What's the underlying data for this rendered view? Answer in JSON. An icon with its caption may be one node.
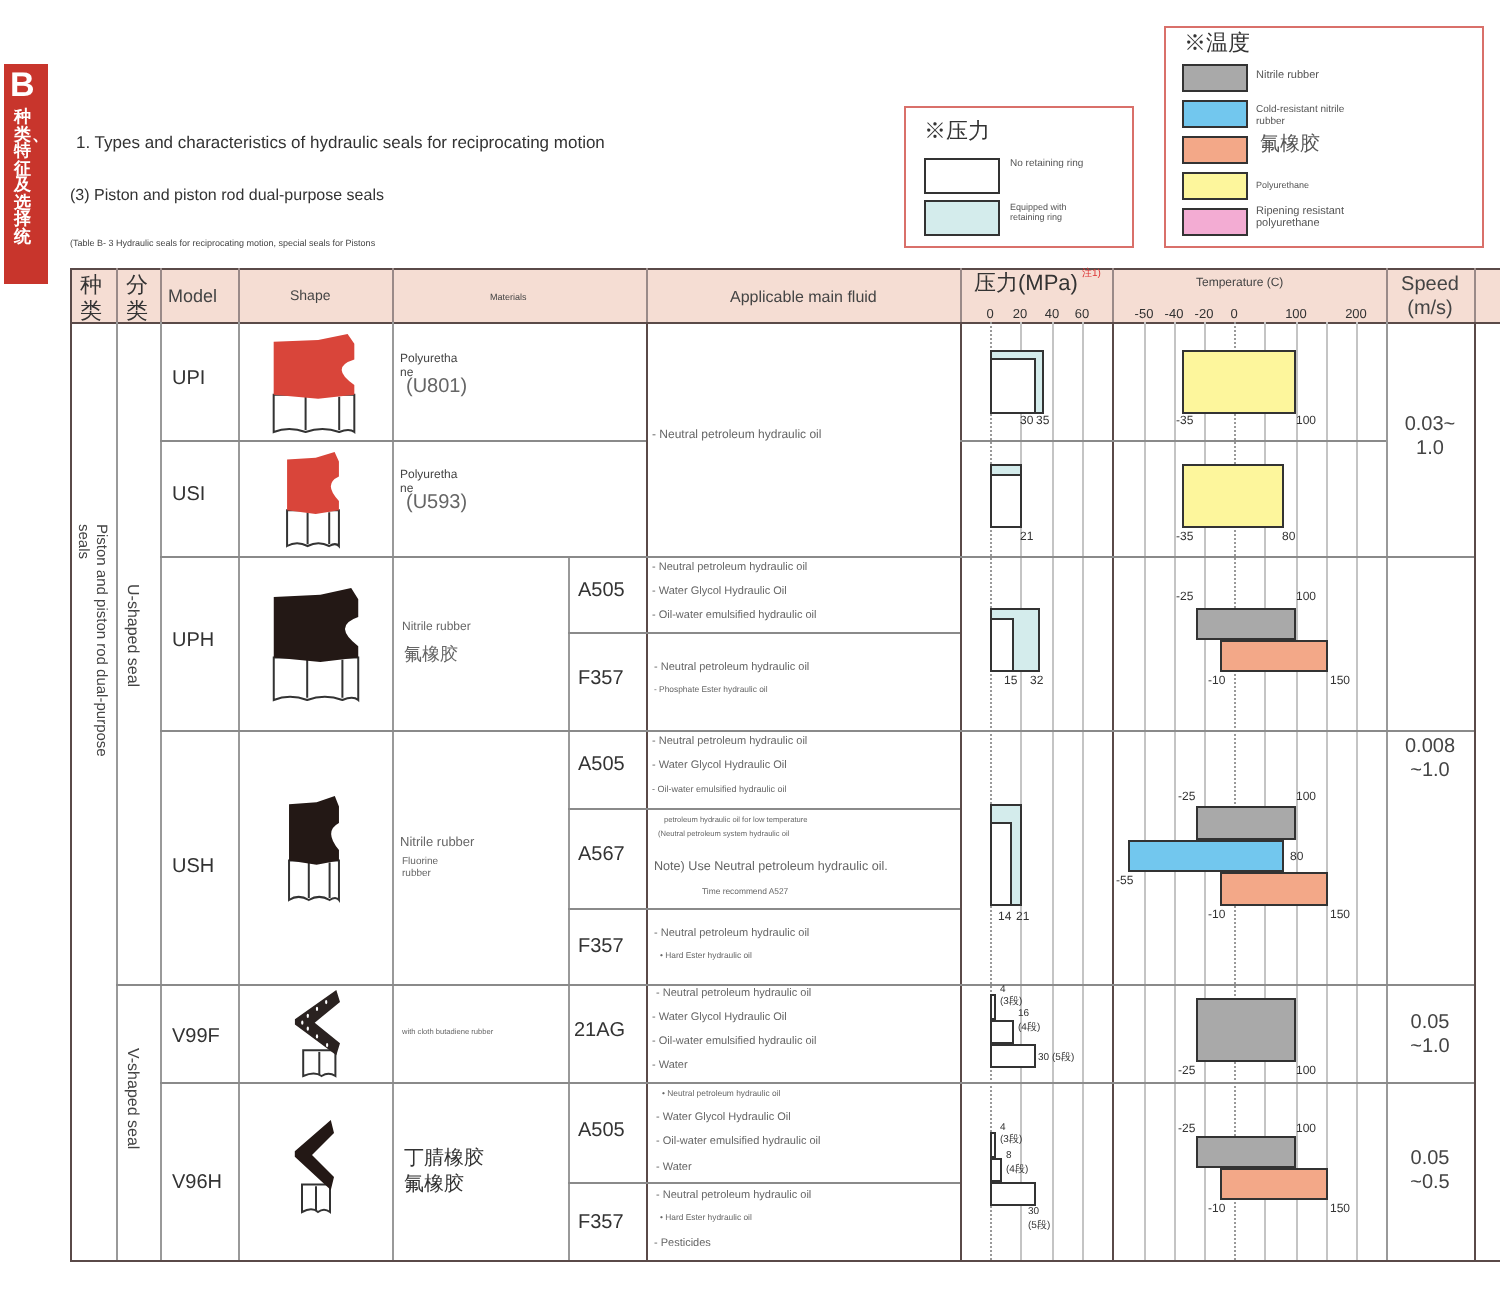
{
  "diagram": {
    "title": "1. Types and characteristics of hydraulic seals for reciprocating motion",
    "labels": [
      "B",
      "种类、特征及选择统",
      "(3) Piston and piston rod dual-purpose seals",
      "(Table B- 3 Hydraulic seals for reciprocating motion, special seals for Pistons",
      "※压力",
      "※温度",
      "种类",
      "分类",
      "Model",
      "Shape",
      "Materials",
      "Applicable main fluid",
      "压力(MPa)",
      "注1)",
      "0",
      "20",
      "40",
      "60",
      "Temperature (C)",
      "-50",
      "-40",
      "-20",
      "0",
      "100",
      "200",
      "Speed (m/s)",
      "Piston and piston rod dual-purpose seals",
      "U-shaped seal",
      "V-shaped seal",
      "UPI",
      "Polyurethane",
      "(U801)",
      "- Neutral petroleum hydraulic oil",
      "30",
      "35",
      "-35",
      "100",
      "0.03~ 1.0",
      "USI",
      "Polyurethane",
      "(U593)",
      "21",
      "-35",
      "80",
      "UPH",
      "Nitrile rubber",
      "氟橡胶",
      "A505",
      "- Neutral petroleum hydraulic oil",
      "- Water Glycol Hydraulic Oil",
      "- Oil-water emulsified hydraulic oil",
      "F357",
      "- Neutral petroleum hydraulic oil",
      "- Phosphate Ester hydraulic oil",
      "15",
      "32",
      "-25",
      "100",
      "-10",
      "150",
      "USH",
      "Nitrile rubber",
      "Fluorine rubber",
      "A505",
      "- Neutral petroleum hydraulic oil",
      "- Water Glycol Hydraulic Oil",
      "- Oil-water emulsified hydraulic oil",
      "A567",
      "petroleum hydraulic oil for low temperature",
      "(Neutral petroleum system hydraulic oil",
      "Note) Use Neutral petroleum hydraulic oil.",
      "Time recommend A527",
      "F357",
      "- Neutral petroleum hydraulic oil",
      "• Hard Ester hydraulic oil",
      "14",
      "21",
      "-25",
      "100",
      "80",
      "-55",
      "-10",
      "150",
      "0.008 ~1.0",
      "V99F",
      "with cloth butadiene rubber",
      "21AG",
      "- Neutral petroleum hydraulic oil",
      "- Water Glycol Hydraulic Oil",
      "- Oil-water emulsified hydraulic oil",
      "- Water",
      "4",
      "(3段)",
      "16",
      "(4段)",
      "30",
      "(5段)",
      "-25",
      "100",
      "0.05 ~1.0",
      "V96H",
      "丁腈橡胶",
      "氟橡胶",
      "A505",
      "• Neutral petroleum hydraulic oil",
      "- Water Glycol Hydraulic Oil",
      "- Oil-water emulsified hydraulic oil",
      "- Water",
      "F357",
      "- Neutral petroleum hydraulic oil",
      "• Hard Ester hydraulic oil",
      "- Pesticides",
      "4",
      "(3段)",
      "8",
      "(4段)",
      "30",
      "(5段)",
      "-25",
      "100",
      "-10",
      "150",
      "0.05 ~0.5"
    ],
    "legend": [
      {
        "text": "No retaining ring",
        "color": "#ffffff"
      },
      {
        "text": "Equipped with retaining ring",
        "color": "#d4ecec"
      },
      {
        "text": "Nitrile rubber",
        "color": "#a9a9a9"
      },
      {
        "text": "Cold-resistant nitrile rubber",
        "color": "#72c7ee"
      },
      {
        "text": "氟橡胶",
        "color": "#f3a888"
      },
      {
        "text": "Polyurethane",
        "color": "#fdf69c"
      },
      {
        "text": "Ripening resistant polyurethane",
        "color": "#f3acd3"
      }
    ]
  }
}
